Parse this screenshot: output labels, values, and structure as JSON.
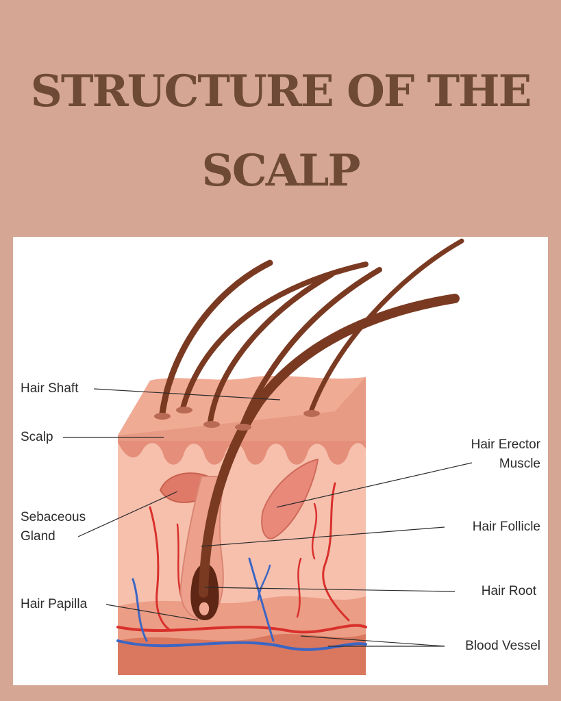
{
  "title": {
    "line1": "STRUCTURE OF THE",
    "line2": "SCALP"
  },
  "diagram": {
    "labels": {
      "hair_shaft": "Hair Shaft",
      "scalp": "Scalp",
      "sebaceous_gland": "Sebaceous\nGland",
      "hair_papilla": "Hair Papilla",
      "hair_erector_muscle": "Hair Erector\nMuscle",
      "hair_follicle": "Hair Follicle",
      "hair_root": "Hair Root",
      "blood_vessel": "Blood Vessel"
    }
  },
  "colors": {
    "background": "#d4a693",
    "title": "#6e4a36",
    "skin_top": "#e9a28d",
    "skin_body": "#f4b8a6",
    "hair": "#7a3a22",
    "artery": "#d9302c",
    "vein": "#3b66c4"
  }
}
